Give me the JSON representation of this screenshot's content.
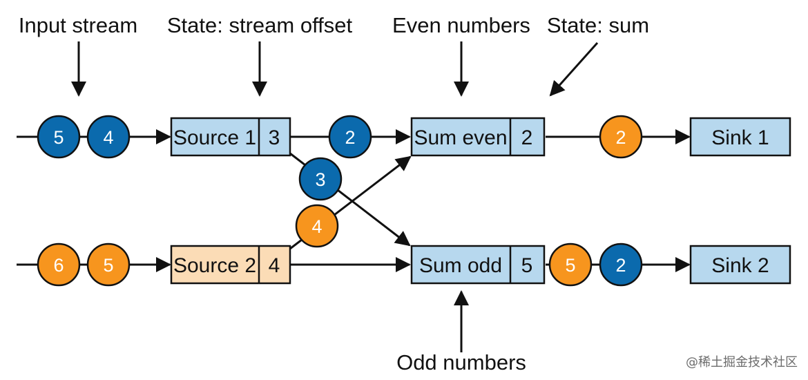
{
  "colors": {
    "blue_token": "#0b6aad",
    "orange_token": "#f7951e",
    "box_blue": "#b7d8ee",
    "box_peach": "#fbdcb6",
    "stroke": "#111111"
  },
  "callouts": {
    "input_stream": "Input stream",
    "state_offset": "State: stream offset",
    "even_numbers": "Even numbers",
    "state_sum": "State: sum",
    "odd_numbers": "Odd numbers"
  },
  "operators": {
    "source1": {
      "name": "Source 1",
      "state": "3"
    },
    "source2": {
      "name": "Source 2",
      "state": "4"
    },
    "sum_even": {
      "name": "Sum even",
      "state": "2"
    },
    "sum_odd": {
      "name": "Sum odd",
      "state": "5"
    },
    "sink1": {
      "name": "Sink 1"
    },
    "sink2": {
      "name": "Sink 2"
    }
  },
  "tokens": {
    "in1_a": {
      "value": "5",
      "color": "blue"
    },
    "in1_b": {
      "value": "4",
      "color": "blue"
    },
    "in2_a": {
      "value": "6",
      "color": "orange"
    },
    "in2_b": {
      "value": "5",
      "color": "orange"
    },
    "s1_to_even": {
      "value": "2",
      "color": "blue"
    },
    "s1_to_odd": {
      "value": "3",
      "color": "blue"
    },
    "s2_to_even": {
      "value": "4",
      "color": "orange"
    },
    "even_to_sink1": {
      "value": "2",
      "color": "orange"
    },
    "odd_to_sink2_a": {
      "value": "5",
      "color": "orange"
    },
    "odd_to_sink2_b": {
      "value": "2",
      "color": "blue"
    }
  },
  "watermark": {
    "text": "@稀土掘金技术社区"
  }
}
